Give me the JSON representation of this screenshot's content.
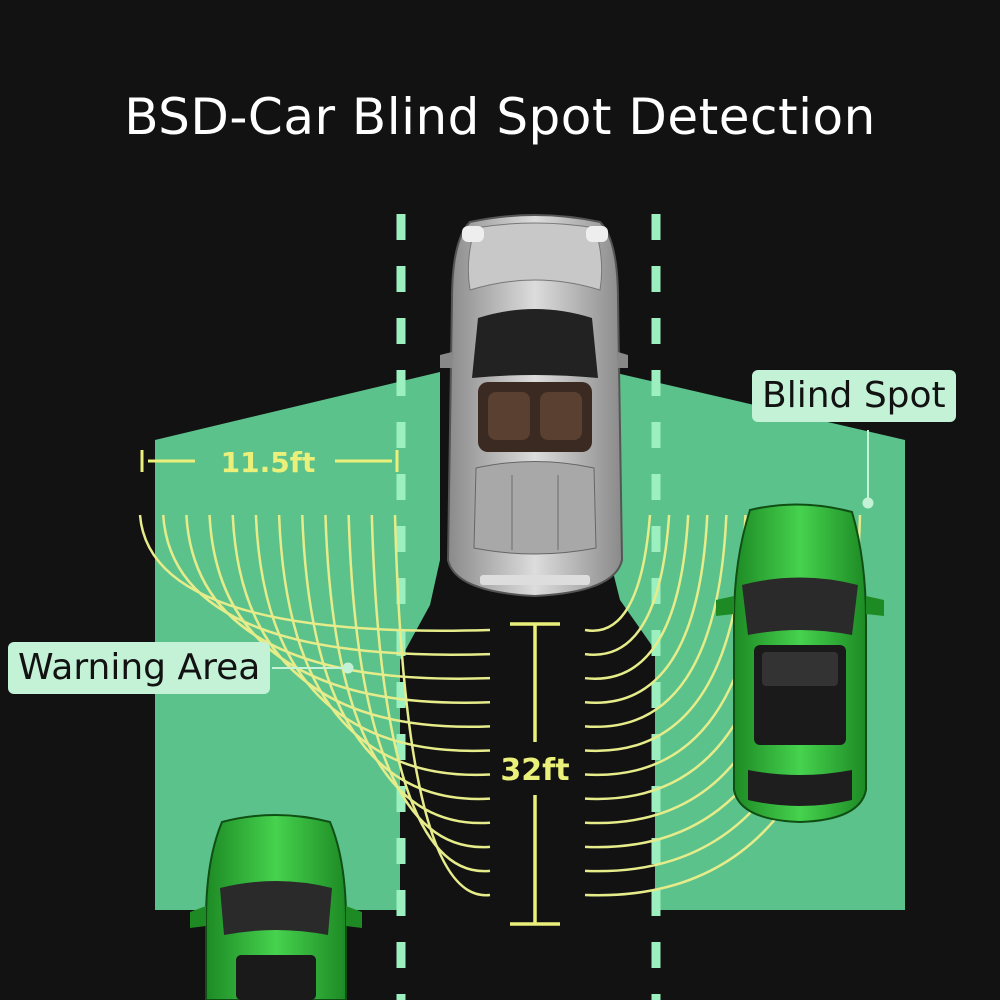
{
  "title": "BSD-Car Blind Spot Detection",
  "labels": {
    "blind_spot": "Blind Spot",
    "warning_area": "Warning Area",
    "width_measure": "11.5ft",
    "length_measure": "32ft"
  },
  "colors": {
    "background": "#121212",
    "zone_fill": "#5cc28c",
    "lane_marking": "#9cf0c0",
    "radar_arcs": "#e6ec8a",
    "measure_text": "#eaf07a",
    "callout_bg": "#c3f2d6",
    "ego_car": "#b8b8b8",
    "other_cars": "#2fb83a"
  },
  "icons": [
    "ego-car-icon",
    "vehicle-right-icon",
    "vehicle-bottom-left-icon"
  ]
}
